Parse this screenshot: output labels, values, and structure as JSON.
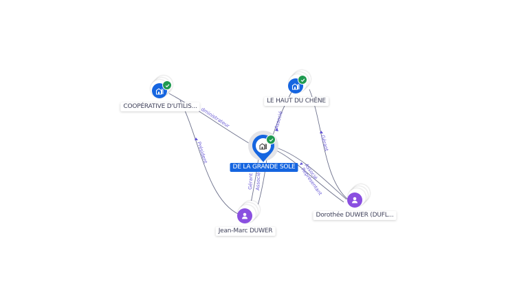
{
  "colors": {
    "company": "#1565e0",
    "person": "#8a4fe0",
    "verified": "#1f9a50",
    "edge": "#6b6f8a",
    "edge_label": "#6a5bd6",
    "main_label_bg": "#1565e0"
  },
  "nodes": {
    "main": {
      "label": "DE LA GRANDE SOLE",
      "type": "company",
      "icon": "building-icon",
      "verified": true
    },
    "cooperative": {
      "label": "COOPÉRATIVE D'UTILIS...",
      "type": "company",
      "icon": "building-icon",
      "verified": true
    },
    "haut_chene": {
      "label": "LE HAUT DU CHÊNE",
      "type": "company",
      "icon": "building-icon",
      "verified": true
    },
    "dorothee": {
      "label": "Dorothée DUWER (DUFL...",
      "type": "person",
      "icon": "person-icon",
      "verified": false
    },
    "jean_marc": {
      "label": "Jean-Marc DUWER",
      "type": "person",
      "icon": "person-icon",
      "verified": false
    }
  },
  "edges": {
    "coop_main": {
      "label": "dministrateur"
    },
    "coop_jean": {
      "label": "Président"
    },
    "haut_main": {
      "label": "Associé"
    },
    "haut_doro": {
      "label": "Gérant"
    },
    "doro_main_1": {
      "label": "Associé"
    },
    "doro_main_2": {
      "label": "Représentant"
    },
    "jean_main_1": {
      "label": "Gérant"
    },
    "jean_main_2": {
      "label": "Associé"
    }
  }
}
